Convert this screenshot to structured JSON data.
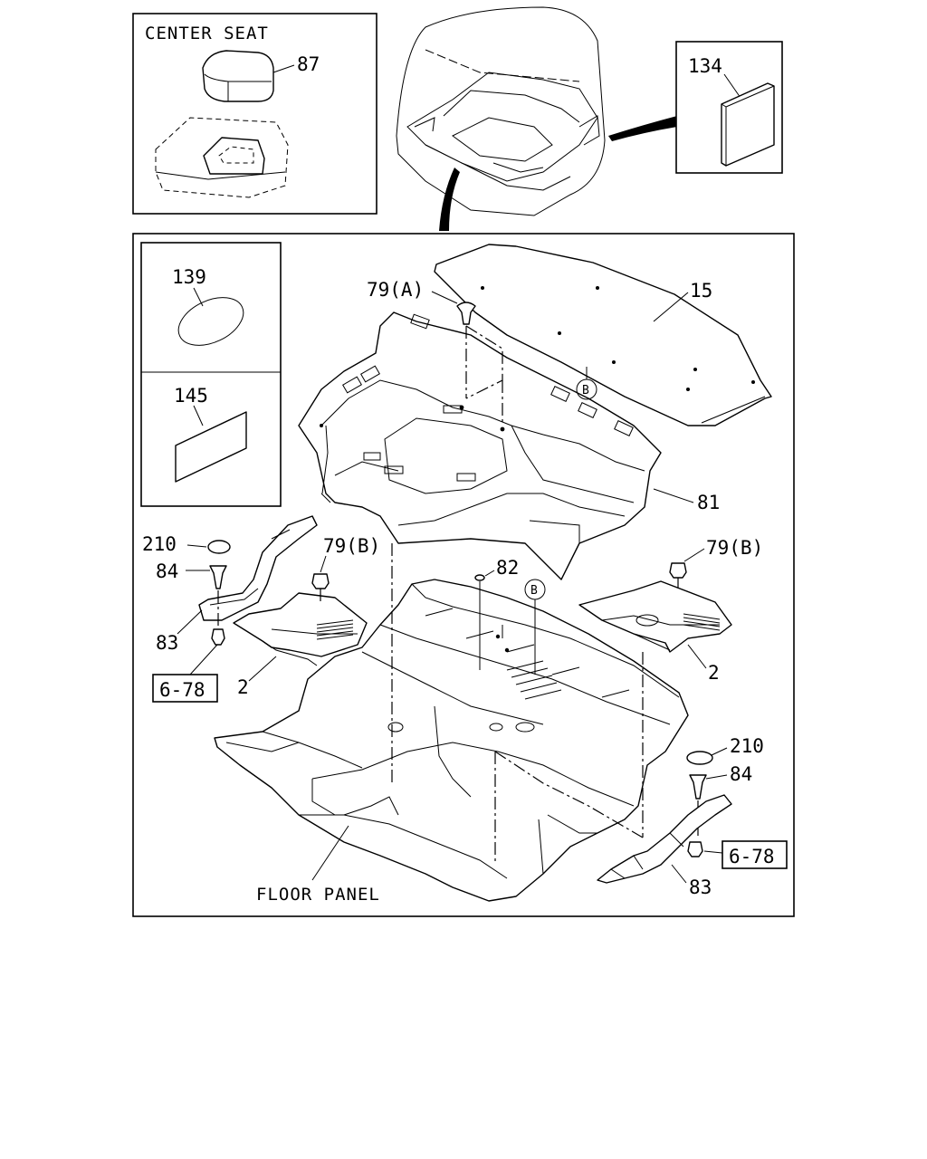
{
  "insets": {
    "center_seat_title": "CENTER SEAT",
    "center_seat_part": "87",
    "mat_part": "134",
    "seal_part": "139",
    "sheet_part": "145"
  },
  "callouts": {
    "p15": "15",
    "p79a": "79(A)",
    "p81": "81",
    "pB1": "B",
    "pB2": "B",
    "p82": "82",
    "p79b_left": "79(B)",
    "p79b_right": "79(B)",
    "p210_left": "210",
    "p84_left": "84",
    "p83_left": "83",
    "ref_left": "6-78",
    "p2_left": "2",
    "p2_right": "2",
    "p210_right": "210",
    "p84_right": "84",
    "ref_right": "6-78",
    "p83_right": "83",
    "floor_panel": "FLOOR PANEL"
  }
}
